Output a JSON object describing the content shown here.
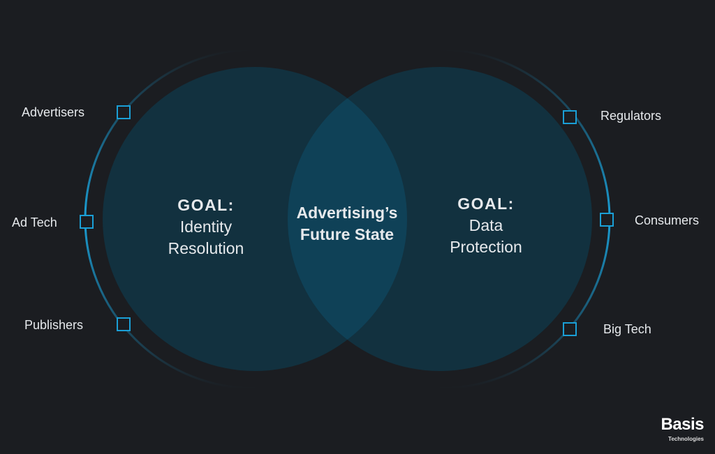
{
  "left_circle": {
    "goal_label": "GOAL:",
    "goal": "Identity Resolution"
  },
  "right_circle": {
    "goal_label": "GOAL:",
    "goal": "Data Protection"
  },
  "overlap": {
    "line1": "Advertising’s",
    "line2": "Future State"
  },
  "left_stakeholders": [
    "Advertisers",
    "Ad Tech",
    "Publishers"
  ],
  "right_stakeholders": [
    "Regulators",
    "Consumers",
    "Big Tech"
  ],
  "logo": {
    "name": "Basis",
    "sub": "Technologies"
  },
  "colors": {
    "background": "#1b1d21",
    "circle": "#12313f",
    "overlap": "#0f4157",
    "accent": "#1a9fd6"
  }
}
